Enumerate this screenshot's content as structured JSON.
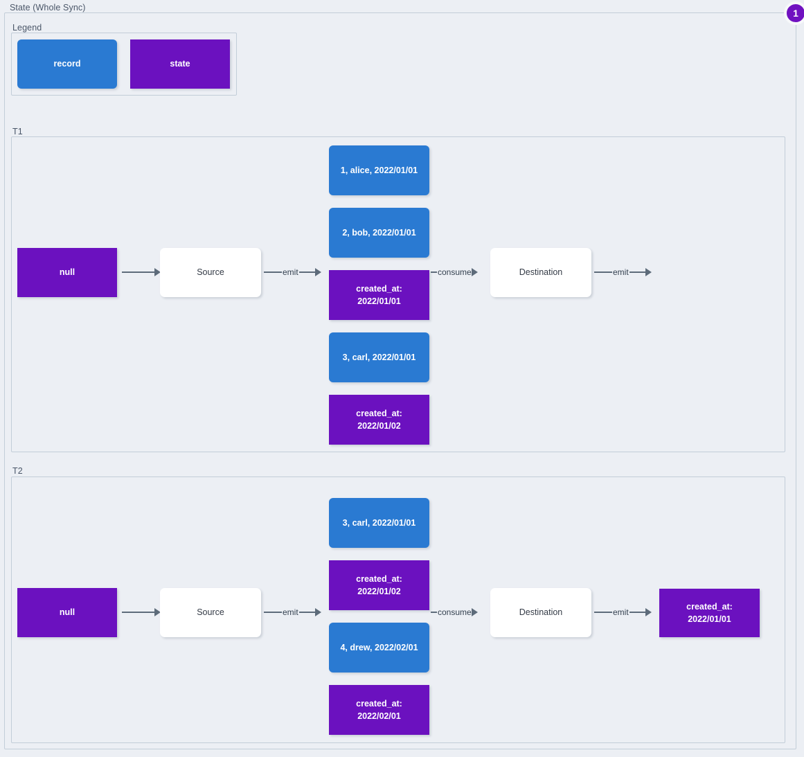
{
  "diagram": {
    "title": "State (Whole Sync)",
    "badge": "1",
    "colors": {
      "record": "#2a7ad2",
      "state": "#6b11bf",
      "plain": "#ffffff",
      "edge": "#5d6b7a",
      "frame": "#c2cdd8",
      "background": "#eceff4",
      "badge": "#7011c0"
    }
  },
  "legend": {
    "title": "Legend",
    "items": [
      {
        "label": "record",
        "kind": "record"
      },
      {
        "label": "state",
        "kind": "state"
      }
    ]
  },
  "groups": [
    {
      "id": "T1",
      "title": "T1",
      "nodes": {
        "initial_state": "null",
        "source": "Source",
        "destination": "Destination",
        "stream": [
          {
            "label": "1, alice, 2022/01/01",
            "kind": "record"
          },
          {
            "label": "2, bob, 2022/01/01",
            "kind": "record"
          },
          {
            "label": "created_at:\n2022/01/01",
            "kind": "state"
          },
          {
            "label": "3, carl, 2022/01/01",
            "kind": "record"
          },
          {
            "label": "created_at:\n2022/01/02",
            "kind": "state"
          }
        ],
        "final_state": ""
      },
      "edges": {
        "state_to_source": "",
        "source_emit": "emit",
        "destination_consume": "consume",
        "destination_emit": "emit"
      }
    },
    {
      "id": "T2",
      "title": "T2",
      "nodes": {
        "initial_state": "null",
        "source": "Source",
        "destination": "Destination",
        "stream": [
          {
            "label": "3, carl, 2022/01/01",
            "kind": "record"
          },
          {
            "label": "created_at:\n2022/01/02",
            "kind": "state"
          },
          {
            "label": "4, drew, 2022/02/01",
            "kind": "record"
          },
          {
            "label": "created_at:\n2022/02/01",
            "kind": "state"
          }
        ],
        "final_state": "created_at:\n2022/01/01"
      },
      "edges": {
        "state_to_source": "",
        "source_emit": "emit",
        "destination_consume": "consume",
        "destination_emit": "emit"
      }
    }
  ]
}
